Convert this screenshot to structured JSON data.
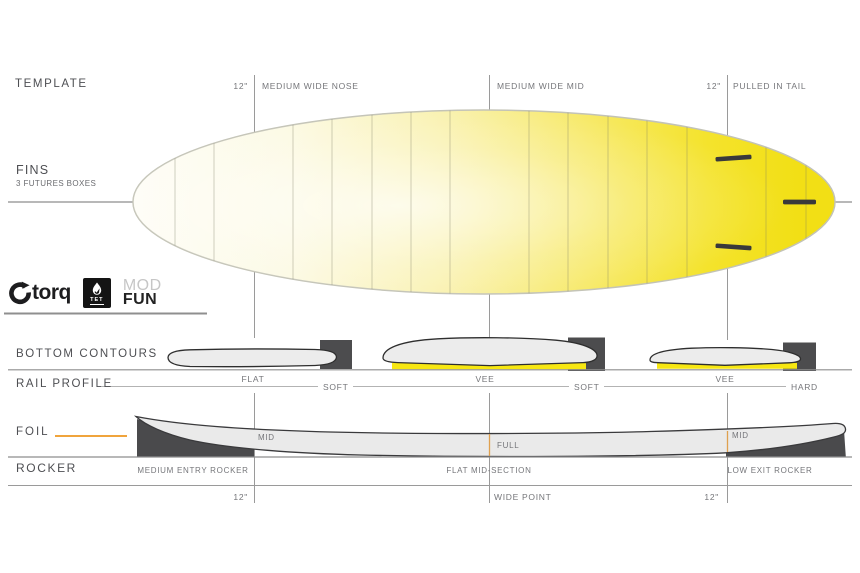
{
  "template_row": {
    "label": "TEMPLATE",
    "nose_measure": "12\"",
    "nose_label": "MEDIUM WIDE NOSE",
    "mid_label": "MEDIUM WIDE MID",
    "tail_measure": "12\"",
    "tail_label": "PULLED IN TAIL"
  },
  "fins": {
    "label": "FINS",
    "sublabel": "3 FUTURES BOXES"
  },
  "brand": {
    "torq": "torq",
    "tet": "TET",
    "model_line1": "MOD",
    "model_line2": "FUN"
  },
  "bottom_contours": {
    "label": "BOTTOM  CONTOURS",
    "sections": [
      "FLAT",
      "VEE",
      "VEE"
    ]
  },
  "rail_profile": {
    "label": "RAIL PROFILE",
    "rails": [
      "SOFT",
      "SOFT",
      "HARD"
    ]
  },
  "foil": {
    "label": "FOIL",
    "points": [
      "MID",
      "FULL",
      "MID"
    ]
  },
  "rocker": {
    "label": "ROCKER",
    "sections": [
      "MEDIUM ENTRY ROCKER",
      "FLAT MID-SECTION",
      "LOW EXIT ROCKER"
    ]
  },
  "measurements": {
    "nose": "12\"",
    "wide_point": "WIDE POINT",
    "tail": "12\""
  },
  "colors": {
    "board_yellow": "#F2DF15",
    "accent_orange": "#F0A43C",
    "block_dark": "#4C4C4E",
    "line_gray": "#8E8E8E"
  }
}
